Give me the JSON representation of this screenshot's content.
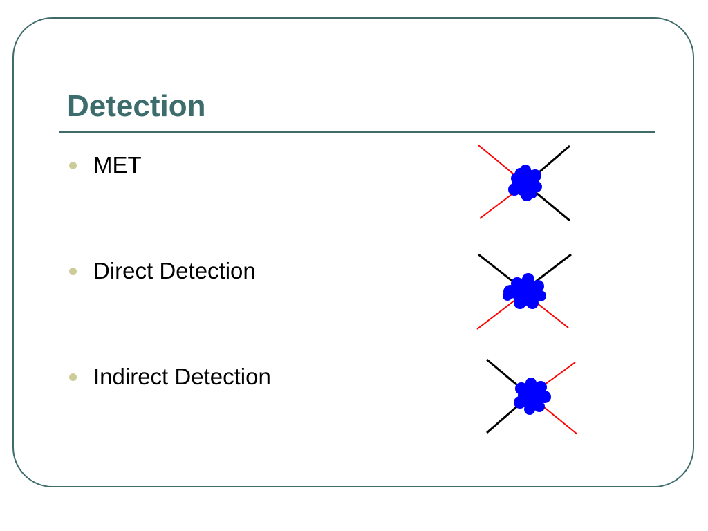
{
  "slide": {
    "title": "Detection",
    "bullets": [
      {
        "label": "MET",
        "diagram_icon": "feynman-diagram-met-icon"
      },
      {
        "label": "Direct Detection",
        "diagram_icon": "feynman-diagram-direct-icon"
      },
      {
        "label": "Indirect Detection",
        "diagram_icon": "feynman-diagram-indirect-icon"
      }
    ]
  },
  "colors": {
    "frame": "#3f6b6b",
    "title": "#3c6c6c",
    "bullet_dot": "#cccc99",
    "sm_line": "#000000",
    "dm_line": "#ff0000",
    "blob": "#0000ff"
  }
}
